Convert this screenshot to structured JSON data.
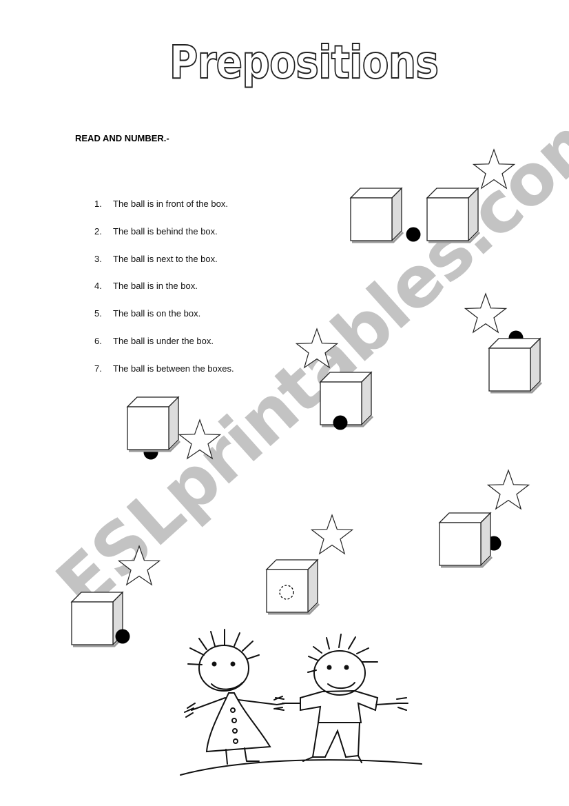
{
  "title": "Prepositions",
  "instruction": "READ AND NUMBER.-",
  "sentences": [
    {
      "num": "1.",
      "text": "The ball is in front of the box."
    },
    {
      "num": "2.",
      "text": "The ball is behind the box."
    },
    {
      "num": "3.",
      "text": "The ball is next to the box."
    },
    {
      "num": "4.",
      "text": "The ball is in the box."
    },
    {
      "num": "5.",
      "text": "The ball is on the box."
    },
    {
      "num": "6.",
      "text": "The ball is under the box."
    },
    {
      "num": "7.",
      "text": "The ball is between the boxes."
    }
  ],
  "watermark": "ESLprintables.com",
  "illustrations": [
    "box-icon",
    "star-icon",
    "ball-icon",
    "children-drawing"
  ]
}
